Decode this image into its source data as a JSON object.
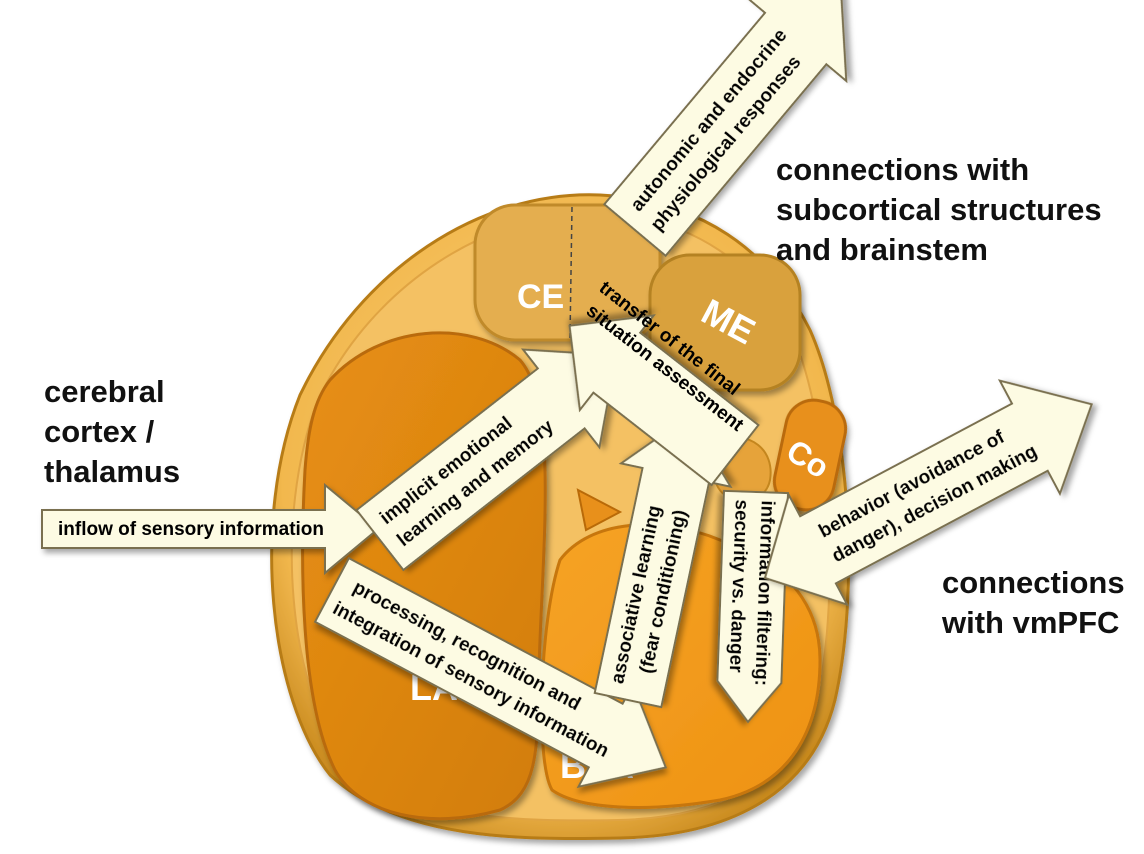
{
  "labels": {
    "cortex_line1": "cerebral",
    "cortex_line2": "cortex /",
    "cortex_line3": "thalamus",
    "subcortical_line1": "connections with",
    "subcortical_line2": "subcortical structures",
    "subcortical_line3": "and brainstem",
    "vmpfc_line1": "connections",
    "vmpfc_line2": "with vmPFC"
  },
  "nuclei": {
    "ce": "CE",
    "me": "ME",
    "co": "Co",
    "la": "LA",
    "bla": "BLA"
  },
  "arrows": {
    "inflow": "inflow of sensory information",
    "implicit_1": "implicit emotional",
    "implicit_2": "learning and memory",
    "processing_1": "processing, recognition and",
    "processing_2": "integration of sensory information",
    "associative_1": "associative learning",
    "associative_2": "(fear conditioning)",
    "filtering_1": "information filtering:",
    "filtering_2": "security vs. danger",
    "transfer_1": "transfer of the final",
    "transfer_2": "situation assessment",
    "autonomic_1": "autonomic and endocrine",
    "autonomic_2": "physiological responses",
    "behavior_1": "behavior (avoidance of",
    "behavior_2": "danger), decision making"
  },
  "colors": {
    "outer_fill": "#f4bf5e",
    "outer_rim": "#d79a2a",
    "la_fill": "#e38a12",
    "bla_fill": "#f29a1c",
    "ce_fill": "#e3ad4e",
    "me_fill": "#d9a13c",
    "co_fill": "#e8901b",
    "arrow_fill": "#fdfbe3",
    "arrow_stroke": "#7a7050"
  }
}
